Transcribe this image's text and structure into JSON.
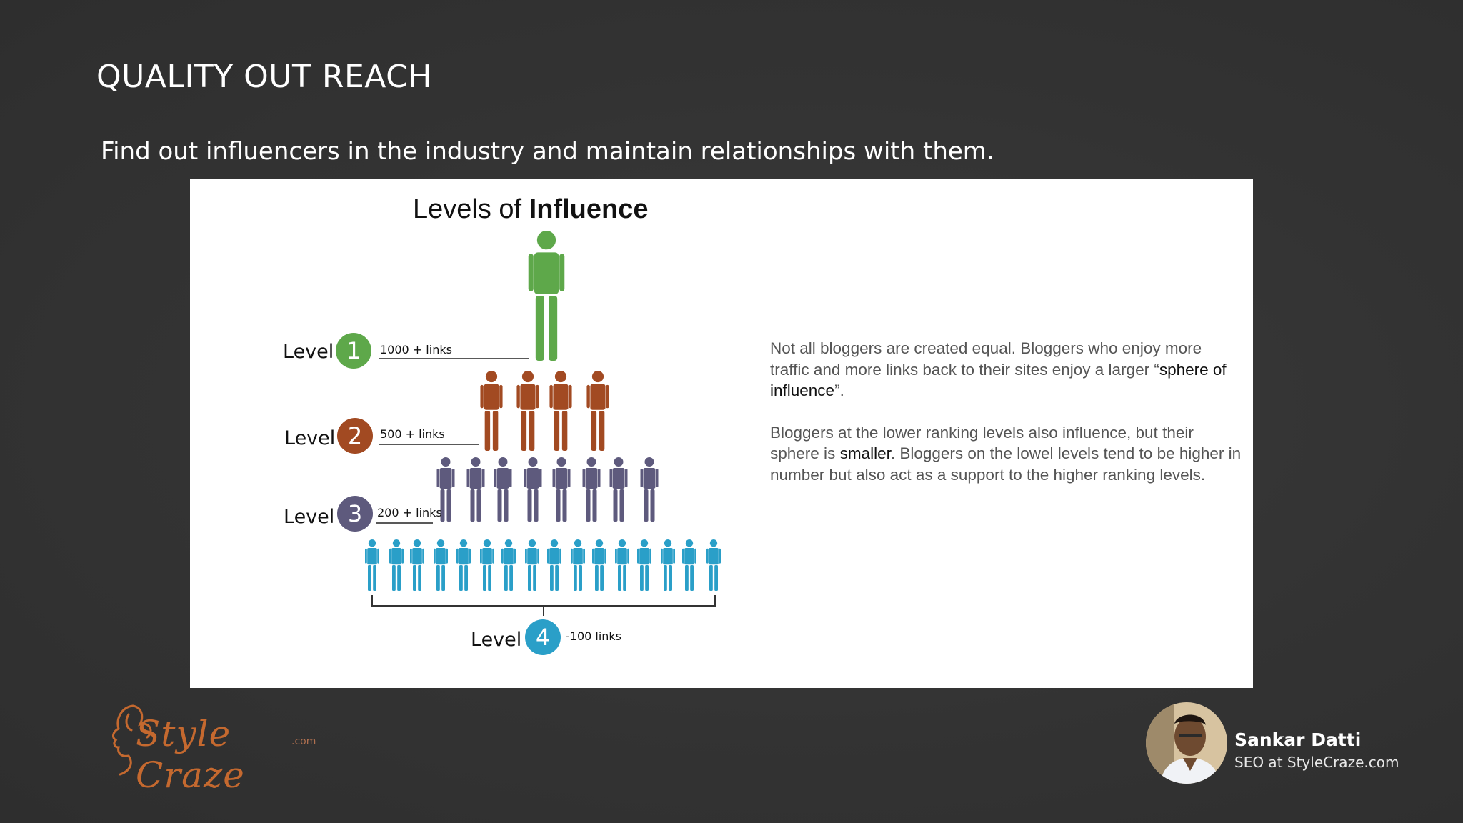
{
  "slide": {
    "title": "QUALITY OUT REACH",
    "subtitle": "Find out influencers in the industry and maintain relationships with them."
  },
  "diagram": {
    "title_prefix": "Levels of ",
    "title_bold": "Influence",
    "level_word": "Level",
    "levels": [
      {
        "number": "1",
        "links": "1000 + links",
        "color": "#5ea84a",
        "figures": 1
      },
      {
        "number": "2",
        "links": "500 + links",
        "color": "#a24a22",
        "figures": 4
      },
      {
        "number": "3",
        "links": "200 + links",
        "color": "#5e5a7d",
        "figures": 8
      },
      {
        "number": "4",
        "links": "-100  links",
        "color": "#2a9fc8",
        "figures": 16
      }
    ]
  },
  "description": {
    "p1_text": "Not all bloggers are created equal.  Bloggers who enjoy more traffic and more links back to their sites enjoy a larger “",
    "p1_highlight": "sphere of influence",
    "p1_end": "”.",
    "p2_text": "Bloggers at the lower ranking levels also influence, but their sphere is ",
    "p2_highlight": "smaller",
    "p2_end": ".  Bloggers on the lowel levels tend to be higher in number but also act as a support to the higher ranking levels."
  },
  "logo": {
    "text": "Style Craze",
    "suffix": ".com",
    "color": "#c5692f"
  },
  "presenter": {
    "name": "Sankar Datti",
    "role": "SEO at StyleCraze.com"
  }
}
